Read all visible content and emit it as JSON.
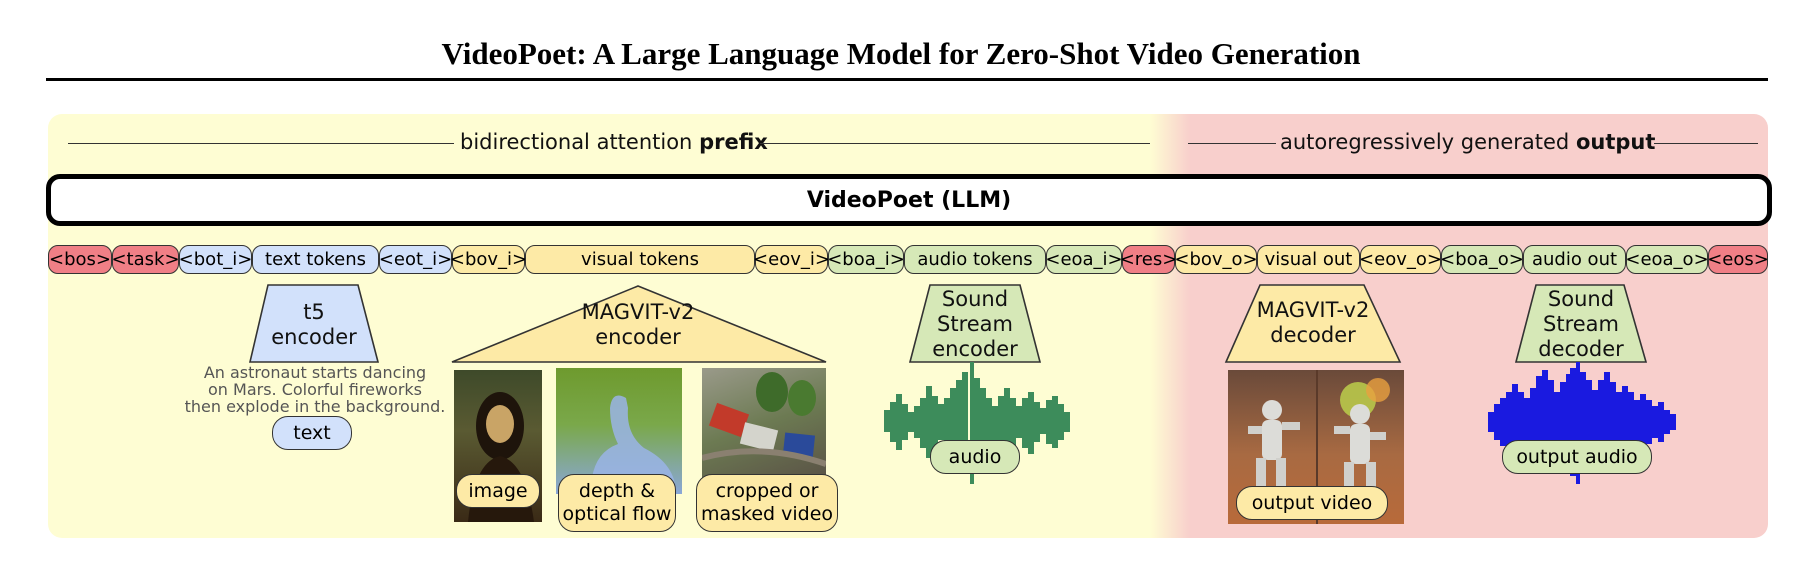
{
  "title": "VideoPoet: A Large Language Model for Zero-Shot Video Generation",
  "sections": {
    "prefix_text": "bidirectional attention",
    "prefix_bold": "prefix",
    "output_text": "autoregressively generated",
    "output_bold": "output"
  },
  "llm_label": "VideoPoet  (LLM)",
  "tokens": {
    "bos": "<bos>",
    "task": "<task>",
    "bot_i": "<bot_i>",
    "text_tokens": "text tokens",
    "eot_i": "<eot_i>",
    "bov_i": "<bov_i>",
    "visual_tokens": "visual tokens",
    "eov_i": "<eov_i>",
    "boa_i": "<boa_i>",
    "audio_tokens": "audio tokens",
    "eoa_i": "<eoa_i>",
    "res": "<res>",
    "bov_o": "<bov_o>",
    "visual_out": "visual out",
    "eov_o": "<eov_o>",
    "boa_o": "<boa_o>",
    "audio_out": "audio out",
    "eoa_o": "<eoa_o>",
    "eos": "<eos>"
  },
  "encoders": {
    "t5": [
      "t5",
      "encoder"
    ],
    "magvit_enc": [
      "MAGVIT-v2",
      "encoder"
    ],
    "soundstream_enc": [
      "Sound",
      "Stream",
      "encoder"
    ],
    "magvit_dec": [
      "MAGVIT-v2",
      "decoder"
    ],
    "soundstream_dec": [
      "Sound",
      "Stream",
      "decoder"
    ]
  },
  "text_input": {
    "caption": [
      "An astronaut starts dancing",
      "on Mars. Colorful fireworks",
      "then explode in the background."
    ],
    "label": "text"
  },
  "inputs": {
    "image": "image",
    "depth": [
      "depth &",
      "optical flow"
    ],
    "cropped": [
      "cropped or",
      "masked video"
    ],
    "audio": "audio"
  },
  "outputs": {
    "video": "output video",
    "audio": "output audio"
  },
  "colors": {
    "prefix_bg": "#fefdd3",
    "output_bg": "#f8cfcc",
    "token_red": "#f07f86",
    "token_blue": "#d2e1fb",
    "token_yellow": "#fdeaa6",
    "token_green": "#d6e8b7",
    "audio_in_wave": "#3d8c5b",
    "audio_out_wave": "#1a1ae0"
  },
  "icons": {
    "image": "mona-lisa-image",
    "depth": "depth-flow-image",
    "cropped": "toy-train-image",
    "output_video": "astronaut-frames-image",
    "audio_in": "waveform-green",
    "audio_out": "waveform-blue"
  }
}
